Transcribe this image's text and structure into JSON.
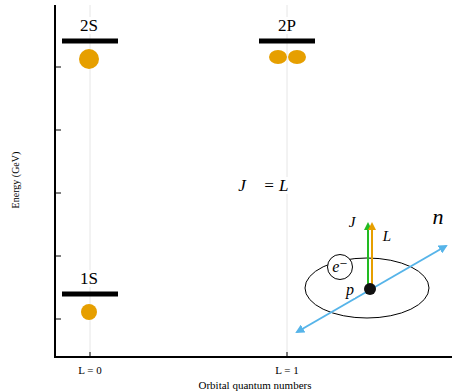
{
  "diagram": {
    "nodes": [
      {
        "text": [
          "e⁻"
        ]
      }
    ],
    "labels": [
      "2S",
      "2P",
      "1S",
      "J⃗ = L⃗",
      "J",
      "L",
      "p",
      "n",
      "L = 0",
      "L = 1",
      "Orbital quantum numbers",
      "Energy (GeV)"
    ]
  }
}
